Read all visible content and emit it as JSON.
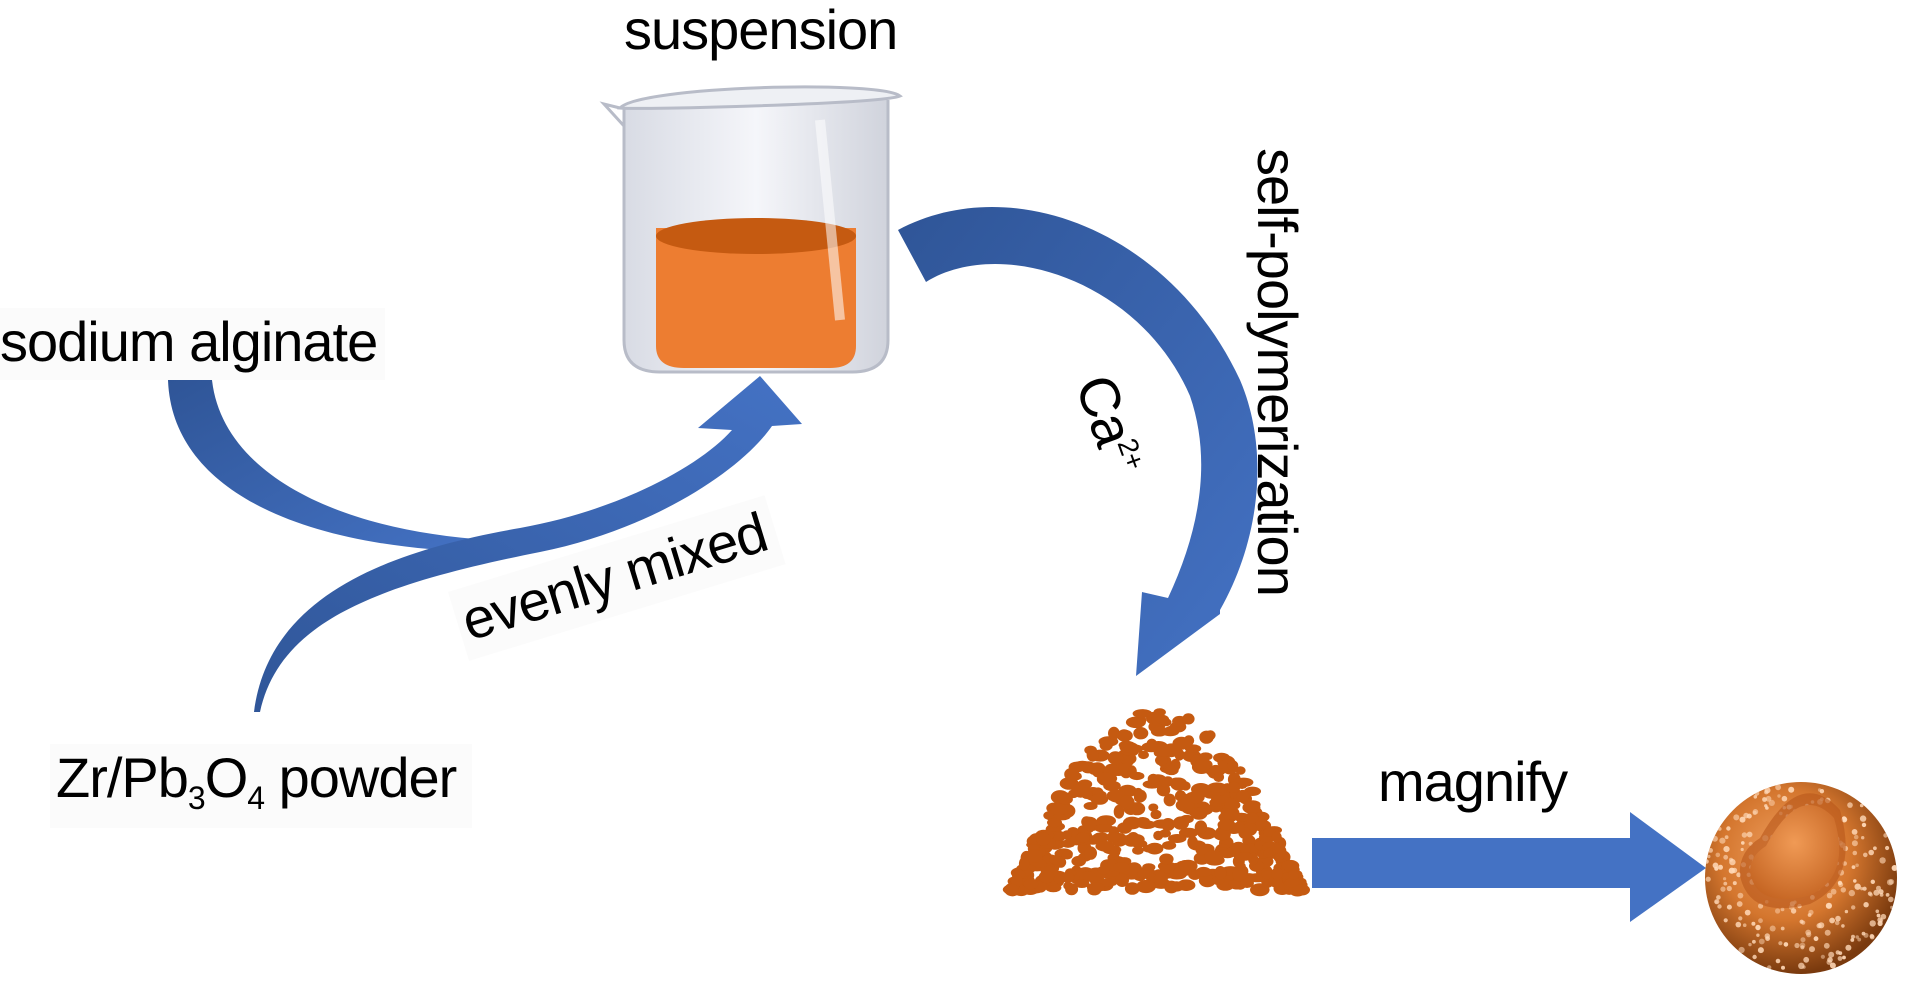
{
  "labels": {
    "suspension": "suspension",
    "sodium_alginate": "sodium alginate",
    "powder_prefix": "Zr/Pb",
    "powder_sub1": "3",
    "powder_mid": "O",
    "powder_sub2": "4",
    "powder_suffix": " powder",
    "evenly_mixed": "evenly mixed",
    "self_polymerization": "self-polymerization",
    "ca": "Ca",
    "ca_charge": "2+",
    "magnify": "magnify"
  },
  "colors": {
    "arrow_blue": "#4472c4",
    "arrow_blue_dark": "#2f5597",
    "suspension_orange": "#ed7d31",
    "suspension_top": "#c55a11",
    "granule_orange": "#c55a11",
    "sphere_orange": "#d4762e",
    "beaker_glass": "#e4e6ee"
  }
}
